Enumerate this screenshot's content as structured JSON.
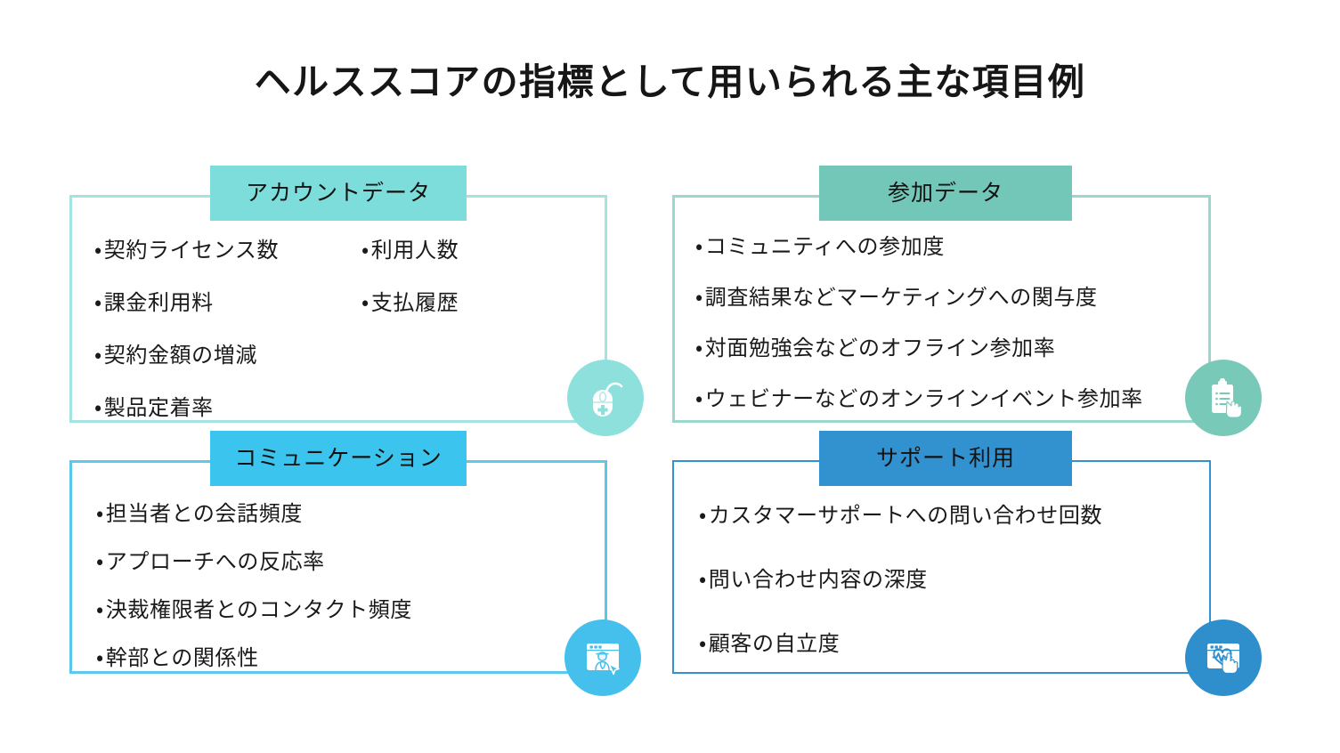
{
  "title": "ヘルススコアの指標として用いられる主な項目例",
  "colors": {
    "panel1_header": "#7dddda",
    "panel1_border": "#a5e3e3",
    "panel1_icon": "#8de0dc",
    "panel2_header": "#72c7b8",
    "panel2_border": "#9bd7cc",
    "panel2_icon": "#79c9b9",
    "panel3_header": "#3bc4ed",
    "panel3_border": "#5cc8ec",
    "panel3_icon": "#45c0ec",
    "panel4_header": "#3291cf",
    "panel4_border": "#3291cf",
    "panel4_icon": "#2f8fcd",
    "title_text": "#161616",
    "body_text": "#1a1a1a",
    "background": "#ffffff"
  },
  "bullet": "・",
  "panels": [
    {
      "id": "account-data",
      "header": "アカウントデータ",
      "icon": "mouse-plus-icon",
      "layout": "two-column",
      "column_left": [
        "契約ライセンス数",
        "課金利用料",
        "契約金額の増減",
        "製品定着率"
      ],
      "column_right": [
        "利用人数",
        "支払履歴"
      ]
    },
    {
      "id": "engagement-data",
      "header": "参加データ",
      "icon": "clipboard-hand-icon",
      "layout": "single-column",
      "items": [
        "コミュニティへの参加度",
        "調査結果などマーケティングへの関与度",
        "対面勉強会などのオフライン参加率",
        "ウェビナーなどのオンラインイベント参加率"
      ]
    },
    {
      "id": "communication",
      "header": "コミュニケーション",
      "icon": "browser-person-cursor-icon",
      "layout": "single-column",
      "items": [
        "担当者との会話頻度",
        "アプローチへの反応率",
        "決裁権限者とのコンタクト頻度",
        "幹部との関係性"
      ]
    },
    {
      "id": "support-usage",
      "header": "サポート利用",
      "icon": "browser-heartbeat-hand-icon",
      "layout": "single-column",
      "items": [
        "カスタマーサポートへの問い合わせ回数",
        "問い合わせ内容の深度",
        "顧客の自立度"
      ]
    }
  ]
}
